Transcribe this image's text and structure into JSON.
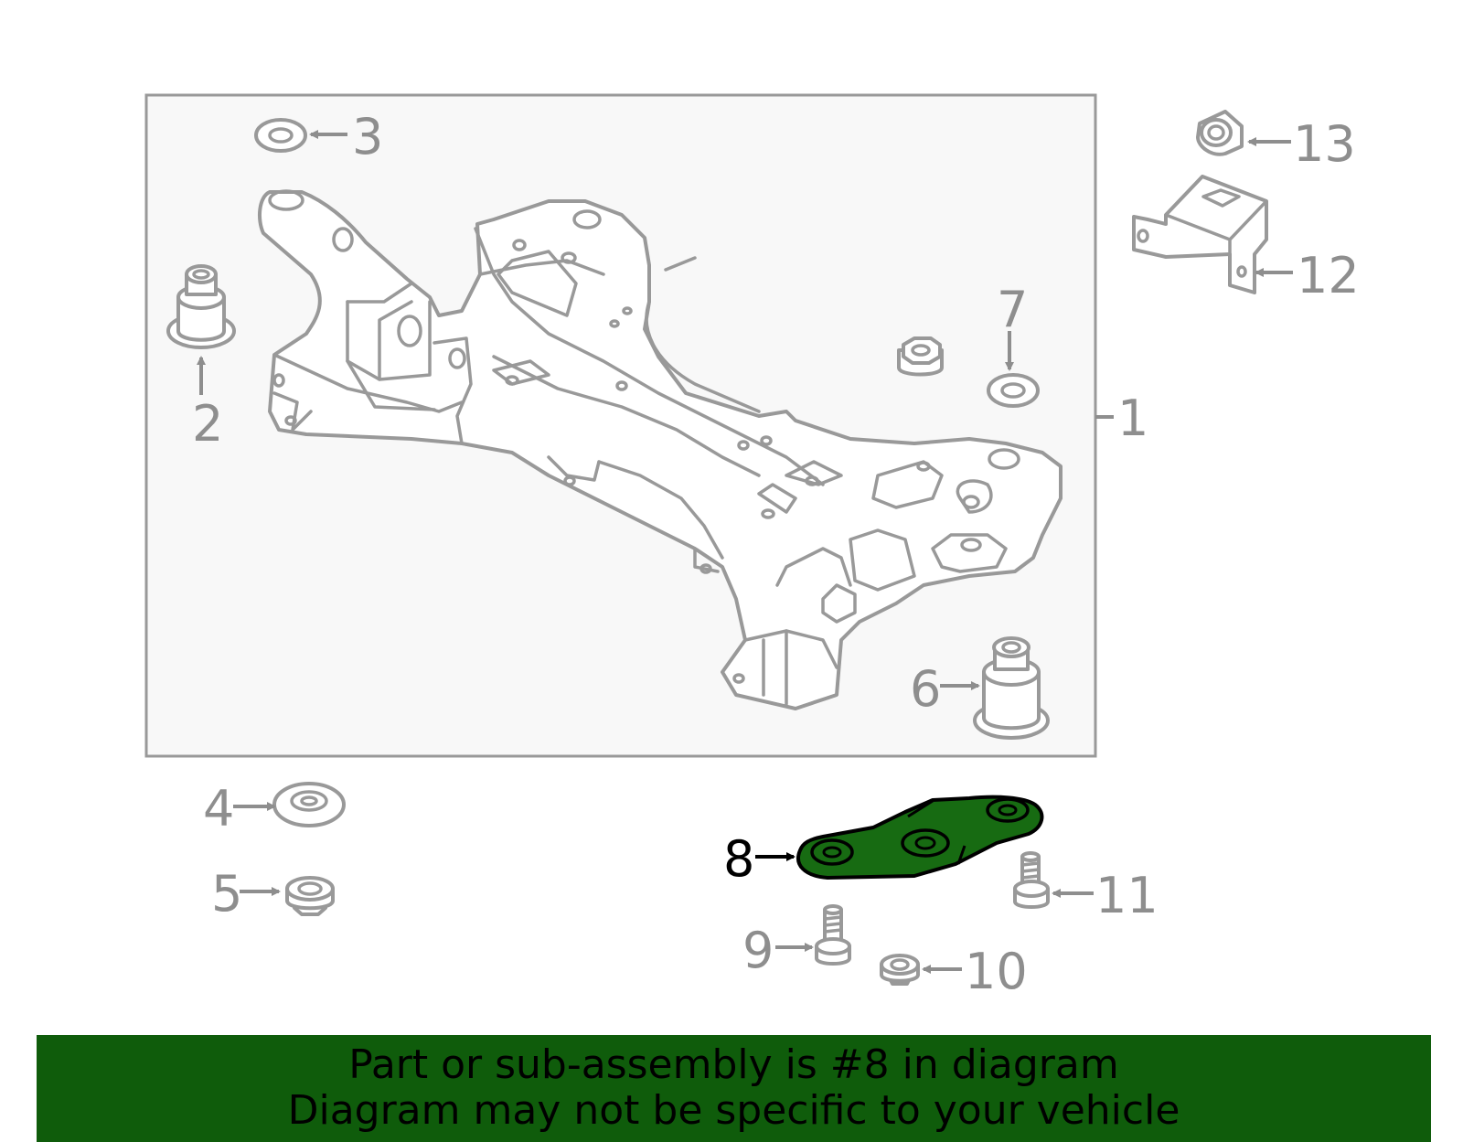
{
  "banner": {
    "line1": "Part or sub-assembly is #8 in diagram",
    "line2": "Diagram may not be specific to your vehicle",
    "color": "#0f5c0b"
  },
  "highlight": {
    "callout": "8",
    "fill_color": "#176b12"
  },
  "callouts": {
    "c1": "1",
    "c2": "2",
    "c3": "3",
    "c4": "4",
    "c5": "5",
    "c6": "6",
    "c7": "7",
    "c8": "8",
    "c9": "9",
    "c10": "10",
    "c11": "11",
    "c12": "12",
    "c13": "13"
  }
}
